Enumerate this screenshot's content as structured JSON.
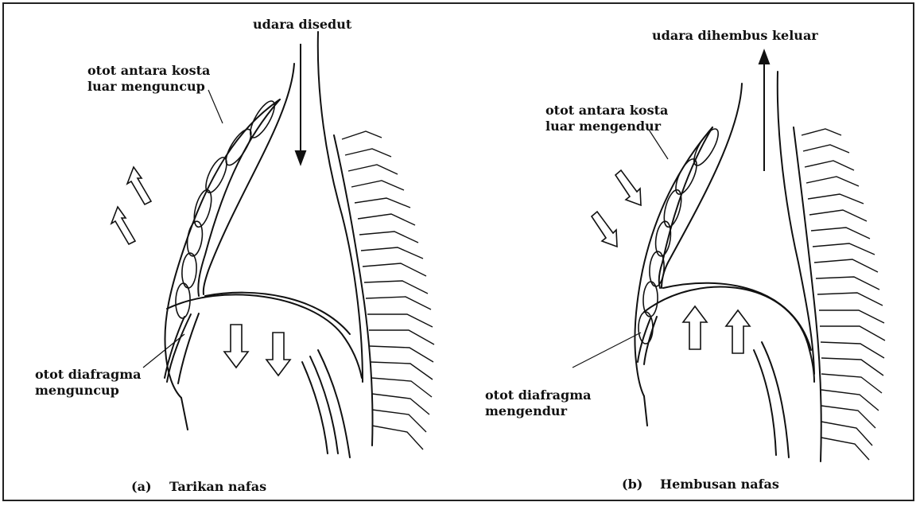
{
  "panel_a": {
    "air_label": "udara disedut",
    "intercostal_label_line1": "otot antara kosta",
    "intercostal_label_line2": "luar menguncup",
    "diaphragm_label_line1": "otot diafragma",
    "diaphragm_label_line2": "menguncup",
    "caption_letter": "(a)",
    "caption_text": "Tarikan nafas"
  },
  "panel_b": {
    "air_label": "udara dihembus keluar",
    "intercostal_label_line1": "otot antara kosta",
    "intercostal_label_line2": "luar mengendur",
    "diaphragm_label_line1": "otot diafragma",
    "diaphragm_label_line2": "mengendur",
    "caption_letter": "(b)",
    "caption_text": "Hembusan nafas"
  },
  "colors": {
    "ink": "#111111",
    "paper": "#ffffff"
  }
}
